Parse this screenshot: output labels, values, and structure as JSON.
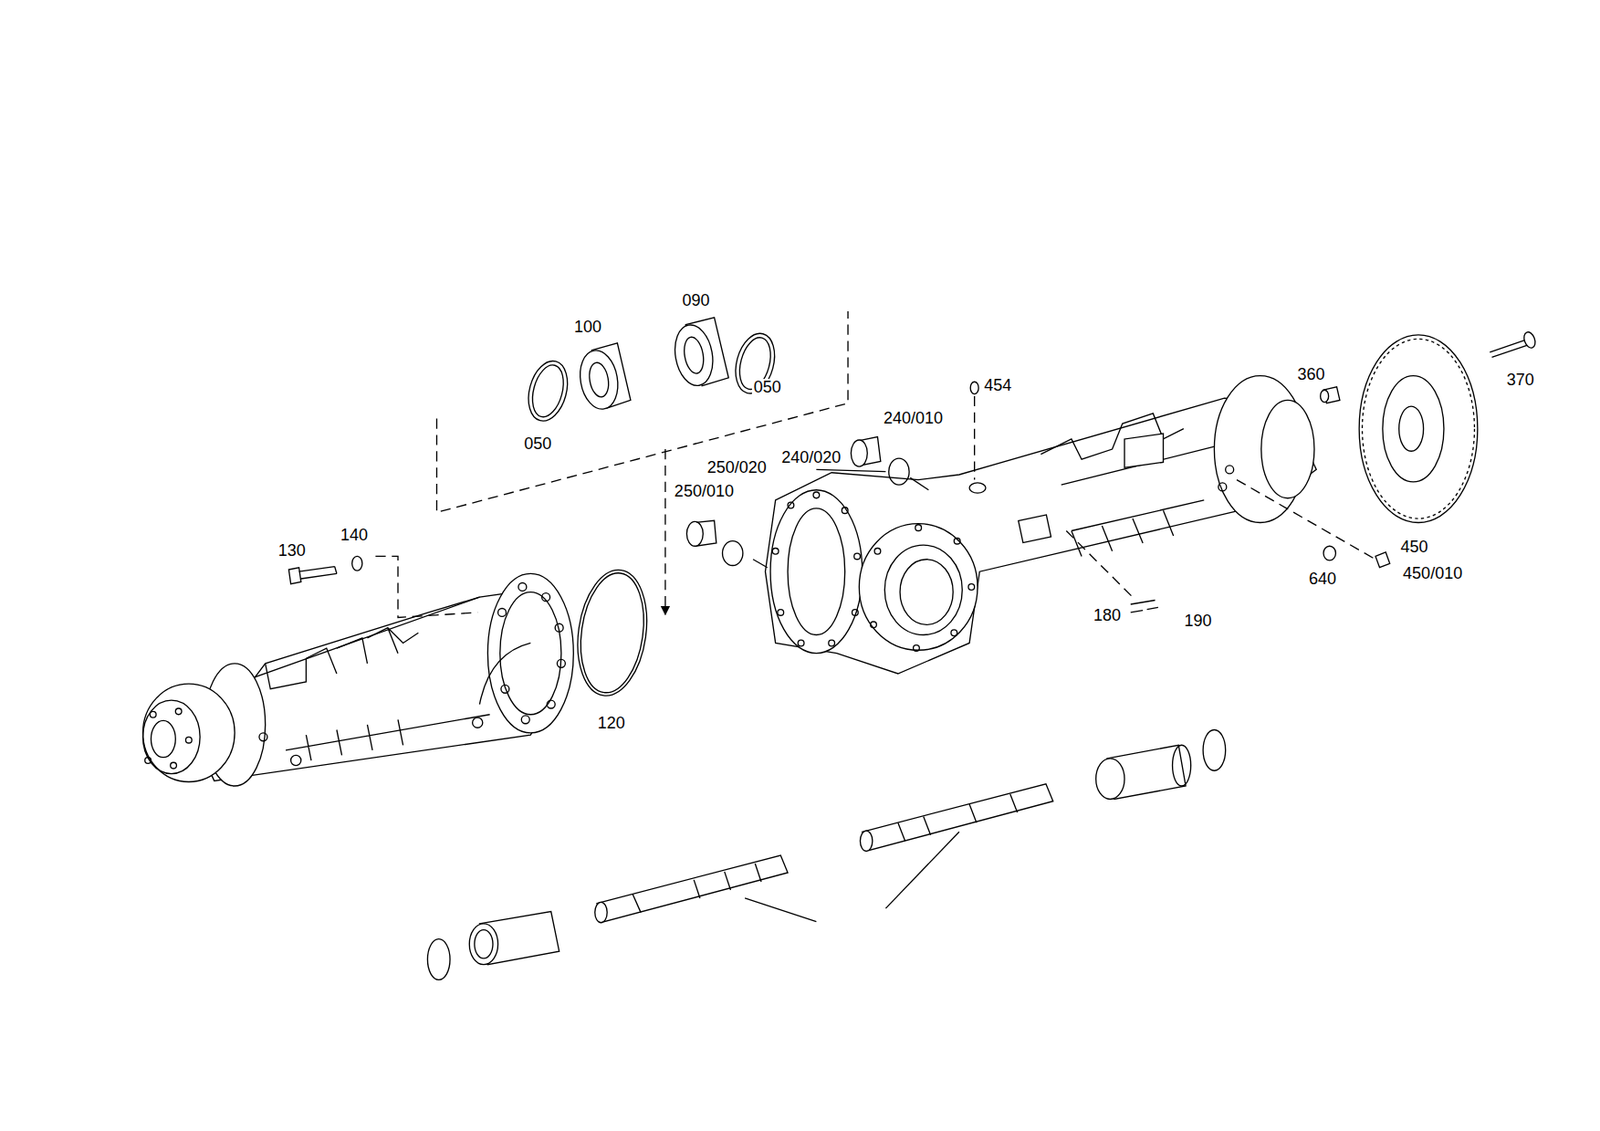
{
  "diagram": {
    "labels": [
      "090",
      "100",
      "050",
      "050",
      "454",
      "240/010",
      "360",
      "370",
      "240/020",
      "250/020",
      "250/010",
      "130",
      "140",
      "450",
      "640",
      "450/010",
      "180",
      "190",
      "120"
    ]
  }
}
